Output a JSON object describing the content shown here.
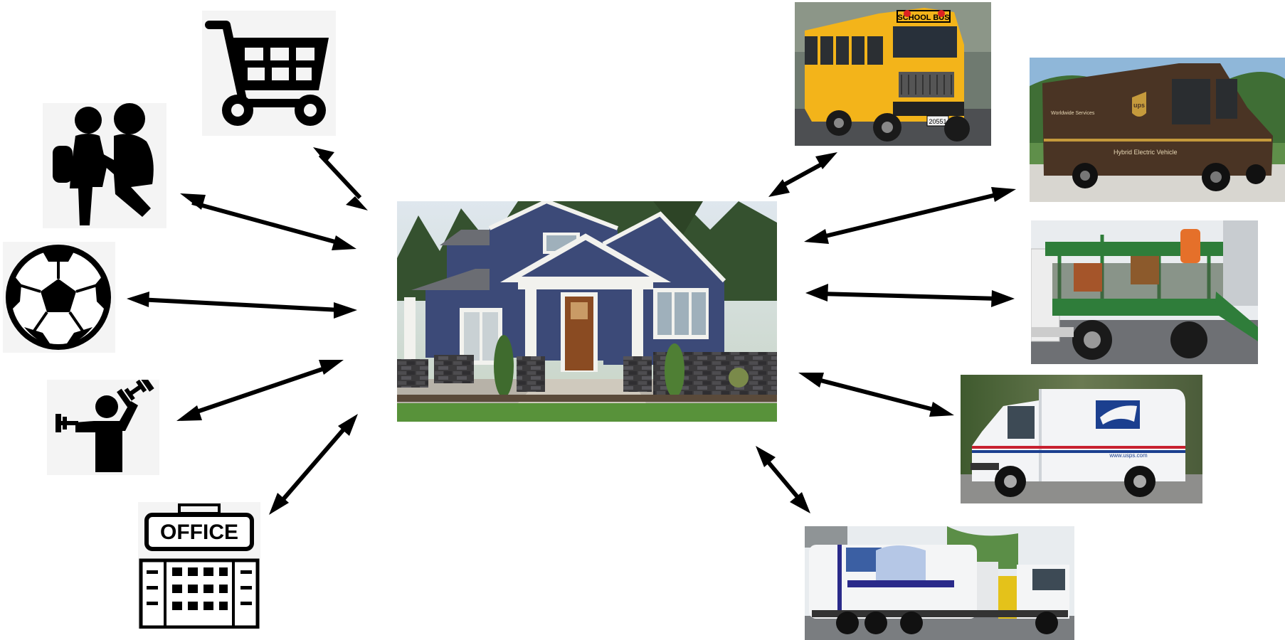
{
  "diagram": {
    "center": {
      "name": "house"
    },
    "left_nodes": [
      {
        "id": "shopping",
        "icon": "shopping-cart-icon"
      },
      {
        "id": "childcare",
        "icon": "childcare-icon"
      },
      {
        "id": "sports",
        "icon": "soccer-ball-icon"
      },
      {
        "id": "fitness",
        "icon": "fitness-icon"
      },
      {
        "id": "office",
        "icon": "office-building-icon"
      }
    ],
    "right_nodes": [
      {
        "id": "school-bus",
        "icon": "school-bus-photo"
      },
      {
        "id": "delivery-van",
        "icon": "delivery-van-photo"
      },
      {
        "id": "landscaping-truck",
        "icon": "landscaping-truck-photo"
      },
      {
        "id": "mail-truck",
        "icon": "mail-truck-photo"
      },
      {
        "id": "garbage-truck",
        "icon": "garbage-truck-photo"
      }
    ],
    "labels": {
      "office_sign": "OFFICE",
      "bus_sign": "SCHOOL BUS",
      "bus_plate": "20551",
      "ups_logo": "ups",
      "ups_side": "Hybrid Electric Vehicle",
      "ups_side_small": "Worldwide Services",
      "usps_url": "www.usps.com"
    },
    "colors": {
      "house_siding": "#3c4a78",
      "bus_yellow": "#f3b41a",
      "ups_brown": "#4a3424",
      "truck_green": "#2f7d3a",
      "usps_blue": "#1b3f8f",
      "usps_red": "#c8202f",
      "arrow": "#000000"
    }
  }
}
